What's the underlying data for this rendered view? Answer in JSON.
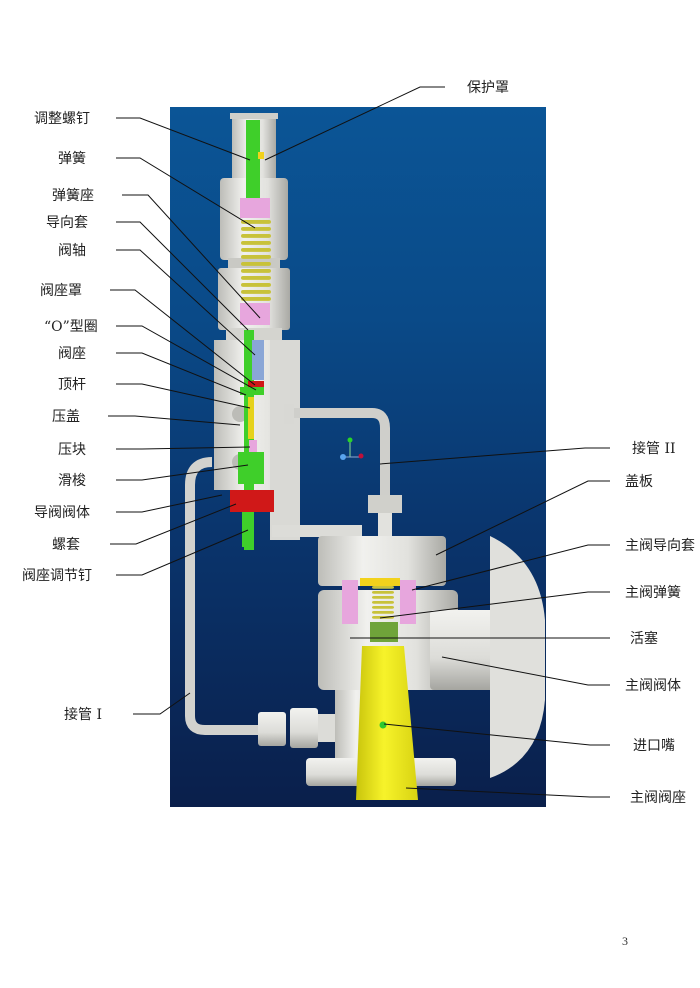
{
  "figure": {
    "subject": "Pilot-operated safety valve cross-section",
    "background_colors": {
      "panel_top": "#0b5596",
      "panel_bottom": "#0a1f4b"
    },
    "part_colors": {
      "body": "#e6e6e2",
      "stem": "#3fcf2a",
      "spring": "#c8c23a",
      "spring_seat": "#e7a6dd",
      "seat_red": "#d01818",
      "guide_blue": "#8aa6d6",
      "main_seat_yellow": "#f2ee1a"
    }
  },
  "labels_left": [
    {
      "id": "adjusting-screw",
      "text": "调整螺钉"
    },
    {
      "id": "spring",
      "text": "弹簧"
    },
    {
      "id": "spring-seat",
      "text": "弹簧座"
    },
    {
      "id": "guide-sleeve",
      "text": "导向套"
    },
    {
      "id": "valve-stem",
      "text": "阀轴"
    },
    {
      "id": "seat-cover",
      "text": "阀座罩"
    },
    {
      "id": "o-ring",
      "text": "“O”型圈"
    },
    {
      "id": "valve-seat",
      "text": "阀座"
    },
    {
      "id": "push-rod",
      "text": "顶杆"
    },
    {
      "id": "gland",
      "text": "压盖"
    },
    {
      "id": "press-block",
      "text": "压块"
    },
    {
      "id": "slide-shuttle",
      "text": "滑梭"
    },
    {
      "id": "pilot-body",
      "text": "导阀阀体"
    },
    {
      "id": "screw-sleeve",
      "text": "螺套"
    },
    {
      "id": "seat-adjust-pin",
      "text": "阀座调节钉"
    },
    {
      "id": "pipe-1",
      "text": "接管 I"
    }
  ],
  "labels_right": [
    {
      "id": "protective-cover",
      "text": "保护罩"
    },
    {
      "id": "pipe-2",
      "text": "接管 II"
    },
    {
      "id": "cover-plate",
      "text": "盖板"
    },
    {
      "id": "main-guide-sleeve",
      "text": "主阀导向套"
    },
    {
      "id": "main-spring",
      "text": "主阀弹簧"
    },
    {
      "id": "piston",
      "text": "活塞"
    },
    {
      "id": "main-body",
      "text": "主阀阀体"
    },
    {
      "id": "inlet-nozzle",
      "text": "进口嘴"
    },
    {
      "id": "main-seat",
      "text": "主阀阀座"
    }
  ],
  "page_number": "3"
}
